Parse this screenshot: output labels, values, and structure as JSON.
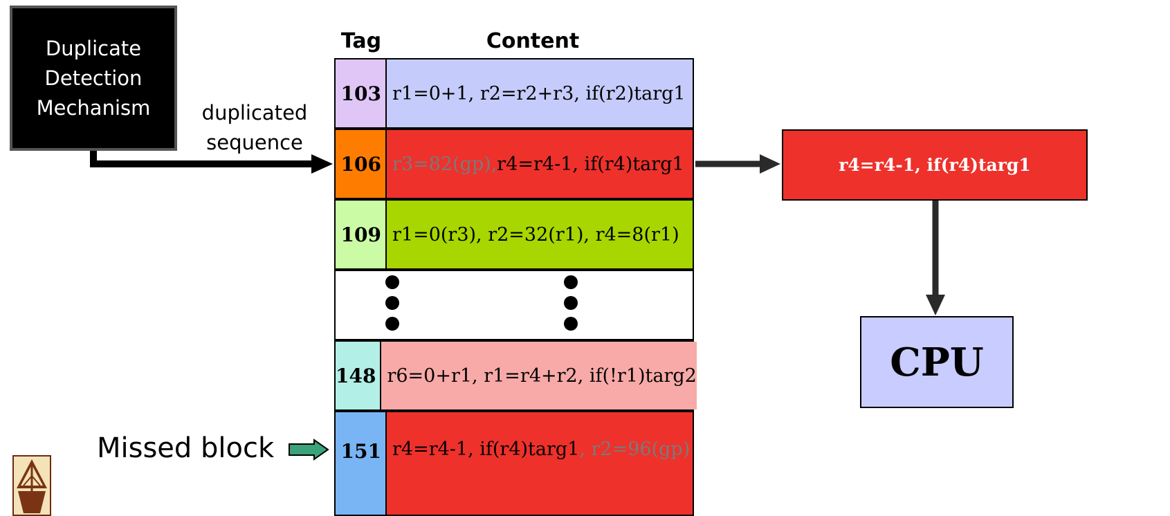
{
  "detector": {
    "lines": [
      "Duplicate",
      "Detection",
      "Mechanism"
    ]
  },
  "annotation": {
    "line1": "duplicated",
    "line2": "sequence"
  },
  "table": {
    "tag_header": "Tag",
    "content_header": "Content",
    "rows": [
      {
        "tag": "103",
        "tag_color": "#e0c6f7",
        "content_color": "#c5ccfb",
        "segments": [
          {
            "text": "r1=0+1, r2=r2+r3, if(r2)targ1",
            "faded": false
          }
        ]
      },
      {
        "tag": "106",
        "tag_color": "#fe7c00",
        "content_color": "#ee312b",
        "segments": [
          {
            "text": "r3=82(gp), ",
            "faded": true
          },
          {
            "text": "r4=r4-1, if(r4)targ1",
            "faded": false
          }
        ]
      },
      {
        "tag": "109",
        "tag_color": "#cbfba5",
        "content_color": "#a8d600",
        "segments": [
          {
            "text": "r1=0(r3), r2=32(r1), r4=8(r1)",
            "faded": false
          }
        ]
      },
      {
        "tag": "148",
        "tag_color": "#b2efe6",
        "content_color": "#f8aaa8",
        "segments": [
          {
            "text": "r6=0+r1, r1=r4+r2, if(!r1)targ2",
            "faded": false
          }
        ]
      },
      {
        "tag": "151",
        "tag_color": "#79b5f4",
        "content_color": "#ee312b",
        "segments": [
          {
            "text": "r4=r4-1, if(r4)targ1",
            "faded": false
          },
          {
            "text": ", r2=96(gp)",
            "faded": true
          }
        ]
      }
    ]
  },
  "output": {
    "label": "r4=r4-1, if(r4)targ1"
  },
  "cpu": {
    "label": "CPU"
  },
  "missed": {
    "label": "Missed block"
  }
}
